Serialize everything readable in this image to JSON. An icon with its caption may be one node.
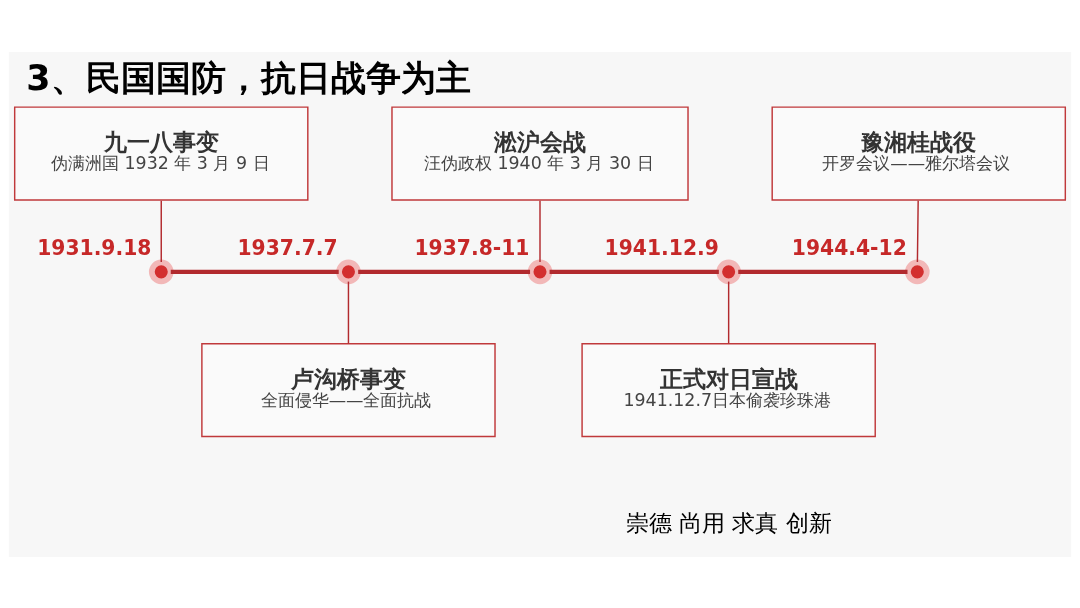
{
  "diagram": {
    "title": "3、民国国防，抗日战争为主",
    "nodes": [
      {
        "text": [
          "九一八事变",
          "伪满洲国 1932 年 3 月 9 日"
        ]
      },
      {
        "text": [
          "卢沟桥事变",
          "全面侵华——全面抗战"
        ]
      },
      {
        "text": [
          "淞沪会战",
          "汪伪政权 1940 年 3 月 30 日"
        ]
      },
      {
        "text": [
          "正式对日宣战",
          "1941.12.7日本偷袭珍珠港"
        ]
      },
      {
        "text": [
          "豫湘桂战役",
          "开罗会议——雅尔塔会议"
        ]
      },
      {
        "text": [],
        "shape": "circle",
        "beside": [
          "1931.9.18"
        ]
      },
      {
        "text": [],
        "shape": "circle",
        "beside": [
          "1937.7.7"
        ]
      },
      {
        "text": [],
        "shape": "circle",
        "beside": [
          "1937.8-11"
        ]
      },
      {
        "text": [],
        "shape": "circle",
        "beside": [
          "1941.12.9"
        ]
      },
      {
        "text": [],
        "shape": "circle",
        "beside": [
          "1944.4-12"
        ]
      }
    ],
    "edges": [
      {
        "from": 0,
        "to": 5,
        "arrow": "none"
      },
      {
        "from": 6,
        "to": 1,
        "arrow": "none"
      },
      {
        "from": 2,
        "to": 7,
        "arrow": "none"
      },
      {
        "from": 8,
        "to": 3,
        "arrow": "none"
      },
      {
        "from": 4,
        "to": 9,
        "arrow": "none"
      },
      {
        "from": 5,
        "to": 6,
        "arrow": "none",
        "style": "thick"
      },
      {
        "from": 6,
        "to": 7,
        "arrow": "none",
        "style": "thick"
      },
      {
        "from": 7,
        "to": 8,
        "arrow": "none",
        "style": "thick"
      },
      {
        "from": 8,
        "to": 9,
        "arrow": "none",
        "style": "thick"
      }
    ],
    "labels": [
      "崇德 尚用 求真 创新"
    ]
  }
}
